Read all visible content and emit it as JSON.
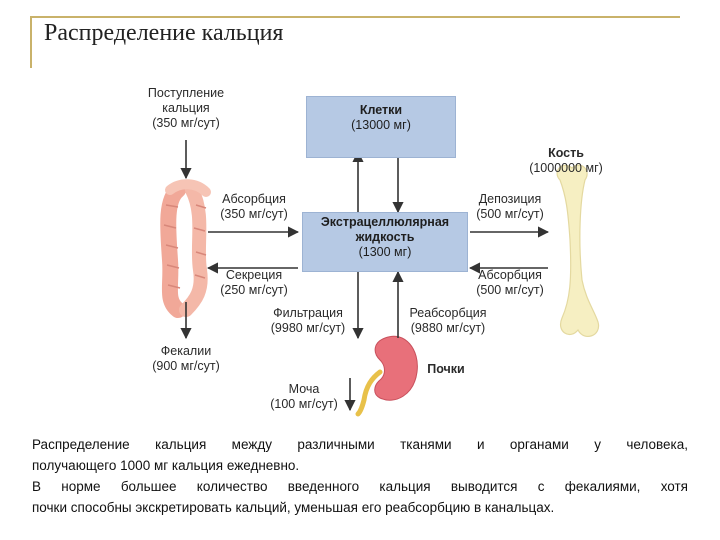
{
  "title": "Распределение кальция",
  "intake": [
    "Поступление",
    "кальция",
    "(350 мг/сут)"
  ],
  "cells": {
    "name": "Клетки",
    "amount": "(13000 мг)"
  },
  "bone": {
    "name": "Кость",
    "amount": "(1000000 мг)"
  },
  "ecf": {
    "name1": "Экстрацеллюлярная",
    "name2": "жидкость",
    "amount": "(1300 мг)"
  },
  "gut_absorption": [
    "Абсорбция",
    "(350 мг/сут)"
  ],
  "gut_secretion": [
    "Секреция",
    "(250 мг/сут)"
  ],
  "deposition": [
    "Депозиция",
    "(500 мг/сут)"
  ],
  "bone_absorption": [
    "Абсорбция",
    "(500 мг/сут)"
  ],
  "filtration": [
    "Фильтрация",
    "(9980 мг/сут)"
  ],
  "reabsorption": [
    "Реабсорбция",
    "(9880 мг/сут)"
  ],
  "feces": [
    "Фекалии",
    "(900 мг/сут)"
  ],
  "kidneys": "Почки",
  "urine": [
    "Моча",
    "(100 мг/сут)"
  ],
  "caption": [
    "Распределение кальция между различными тканями и органами у человека,",
    "получающего 1000 мг кальция ежедневно.",
    "В норме большее количество введенного кальция выводится с фекалиями, хотя",
    "почки способны экскретировать кальций, уменьшая его реабсорбцию в канальцах."
  ],
  "colors": {
    "box": "#b6c9e4",
    "gut": "#f4b8a8",
    "bone": "#f6efc2",
    "kidney": "#e8707a",
    "frame": "#c9b26a"
  }
}
